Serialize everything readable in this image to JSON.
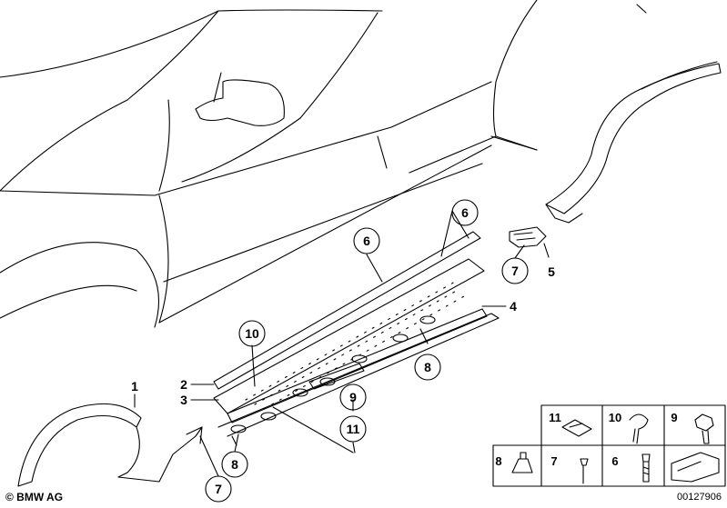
{
  "copyright": "© BMW AG",
  "diagram_id": "00127906",
  "callouts": {
    "c1": "1",
    "c2": "2",
    "c3": "3",
    "c4": "4",
    "c5": "5",
    "c6a": "6",
    "c6b": "6",
    "c7a": "7",
    "c7b": "7",
    "c8a": "8",
    "c8b": "8",
    "c9": "9",
    "c10": "10",
    "c11": "11"
  },
  "legend": {
    "l11": "11",
    "l10": "10",
    "l9": "9",
    "l8": "8",
    "l7": "7",
    "l6": "6"
  }
}
